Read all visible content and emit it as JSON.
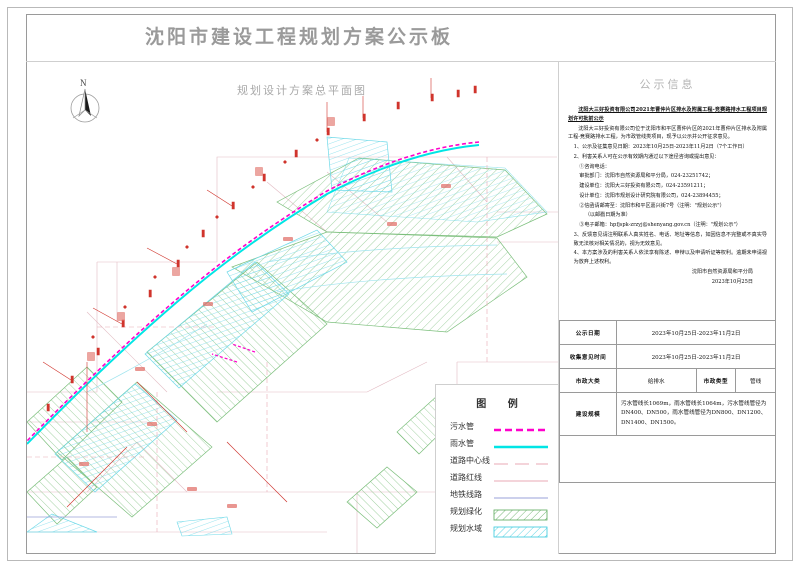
{
  "document": {
    "title": "沈阳市建设工程规划方案公示板"
  },
  "map": {
    "title": "规划设计方案总平面图",
    "north_label": "N"
  },
  "legend": {
    "title": "图  例",
    "items": [
      {
        "label": "污水管",
        "style": "dashed",
        "color": "#ff00cc",
        "width": 2.2
      },
      {
        "label": "雨水管",
        "style": "solid",
        "color": "#00e5e5",
        "width": 2.2
      },
      {
        "label": "道路中心线",
        "style": "dashed",
        "color": "#e8a9b4",
        "width": 1
      },
      {
        "label": "道路红线",
        "style": "solid",
        "color": "#e8a9b4",
        "width": 1
      },
      {
        "label": "地铁线路",
        "style": "solid",
        "color": "#9aa0d8",
        "width": 1
      },
      {
        "label": "规划绿化",
        "style": "hatch",
        "color": "#58a758",
        "width": 1
      },
      {
        "label": "规划水域",
        "style": "hatch",
        "color": "#35c9dd",
        "width": 1
      }
    ]
  },
  "notice": {
    "heading": "公示信息",
    "subject": "沈阳大三好投资有限公司2021年曹仲片区排水及附属工程-竞赛路排水工程项目规划许可批前公示",
    "intro": "沈阳大三好投资有限公司位于沈阳市和平区曹仲片区的2021年曹仲片区排水及附属工程-竞赛路排水工程，为市政管线类项目，现予以公示并公开征求意见。",
    "item1": "1、公示及征集意见日期：2023年10月25日-2023年11月2日（7个工作日）",
    "item2": "2、利害关系人可在公示有效期内通过以下途径咨询或提出意见：",
    "item2_sub1": "①咨询电话：",
    "contact_review": "审批部门：沈阳市自然资源局和平分局，024-23251742；",
    "contact_builder": "建设单位：沈阳大三好投资有限公司，024-23591211；",
    "contact_designer": "设计单位：沈阳市规划设计研究院有限公司，024-23894455；",
    "item2_sub2": "②信函请邮寄至：沈阳市和平区嘉兴街7号（注明：\"规划公示\"）",
    "item2_sub2b": "（以邮戳日期为准）",
    "item2_sub3": "③电子邮箱：hpfjspk-zrzyj@shenyang.gov.cn（注明：\"规划公示\"）",
    "item3": "3、反馈意见请注明联系人真实姓名、电话、地址等信息，如因信息不完整或不真实导致无法核对相关情况的，视为无效意见。",
    "item4": "4、本方案涉及的利害关系人依法享有陈述、申辩以及申请听证等权利。逾期未申请视为放弃上述权利。",
    "issuer": "沈阳市自然资源局和平分局",
    "issue_date": "2023年10月25日"
  },
  "table": {
    "rows": [
      {
        "label": "公示日期",
        "value": "2023年10月25日-2023年11月2日"
      },
      {
        "label": "收集意见时间",
        "value": "2023年10月25日-2023年11月2日"
      }
    ],
    "category_row": {
      "label1": "市政大类",
      "value1": "给排水",
      "label2": "市政类型",
      "value2": "管线"
    },
    "scale_row": {
      "label": "建设规模",
      "value": "污水管线长1069m，雨水管线长1064m，污水管线管径为DN400、DN500，雨水管线管径为DN800、DN1200、DN1400、DN1500。"
    }
  }
}
